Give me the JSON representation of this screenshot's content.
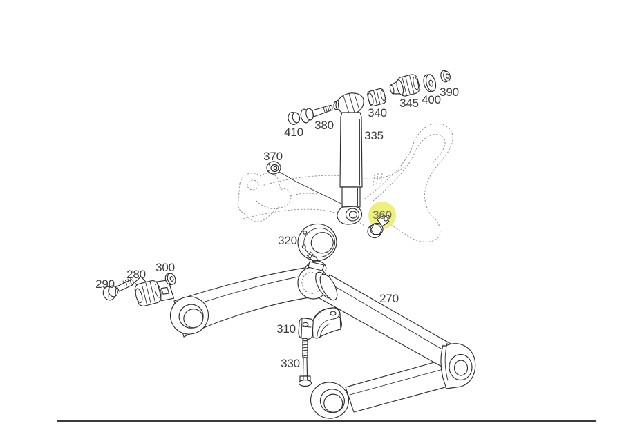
{
  "diagram": {
    "kind": "exploded-parts-diagram",
    "background": "#ffffff",
    "line_color": "#2d2d2d",
    "label_color": "#3d3d3d",
    "dotted_reference_color": "#8c8c8c",
    "highlighted_part": "360",
    "highlight_color": "#edf07e",
    "highlight_label_color": "#6e705a",
    "parts": [
      {
        "number": "270",
        "highlighted": false
      },
      {
        "number": "280",
        "highlighted": false
      },
      {
        "number": "290",
        "highlighted": false
      },
      {
        "number": "300",
        "highlighted": false
      },
      {
        "number": "310",
        "highlighted": false
      },
      {
        "number": "320",
        "highlighted": false
      },
      {
        "number": "330",
        "highlighted": false
      },
      {
        "number": "335",
        "highlighted": false
      },
      {
        "number": "340",
        "highlighted": false
      },
      {
        "number": "345",
        "highlighted": false
      },
      {
        "number": "360",
        "highlighted": true
      },
      {
        "number": "370",
        "highlighted": false
      },
      {
        "number": "380",
        "highlighted": false
      },
      {
        "number": "390",
        "highlighted": false
      },
      {
        "number": "400",
        "highlighted": false
      },
      {
        "number": "410",
        "highlighted": false
      }
    ]
  }
}
